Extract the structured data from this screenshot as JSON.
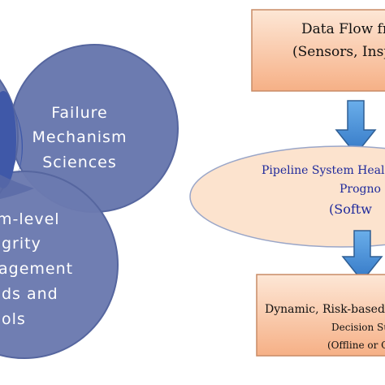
{
  "venn": {
    "failure": {
      "line1": "Failure",
      "line2": "Mechanism",
      "line3": "Sciences"
    },
    "integrity": {
      "line1": "m-level",
      "line2": "grity",
      "line3": "agement",
      "line4": "ds and",
      "line5": "ols"
    }
  },
  "flow": {
    "data_box": {
      "line1": "Data Flow fr",
      "line2": "(Sensors, Insp"
    },
    "ellipse": {
      "line1": "Pipeline System Heal",
      "line2": "Progno",
      "line3": "(Softw"
    },
    "decision_box": {
      "line1": "Dynamic, Risk-based",
      "line2": "Decision Su",
      "line3": "(Offline or O"
    }
  },
  "colors": {
    "circle_fill": "#6b7aaf",
    "circle_fill_dark": "#3f58a8",
    "circle_stroke": "#5565a0",
    "box_fill_top": "#fde3cf",
    "box_fill_bottom": "#f7b58a",
    "box_stroke": "#c78a64",
    "ellipse_fill": "#fce2cc",
    "ellipse_stroke": "#9aa6c8",
    "arrow_fill": "#4a90d9",
    "arrow_stroke": "#2f5e94",
    "ellipse_text": "#1f2a9c"
  }
}
